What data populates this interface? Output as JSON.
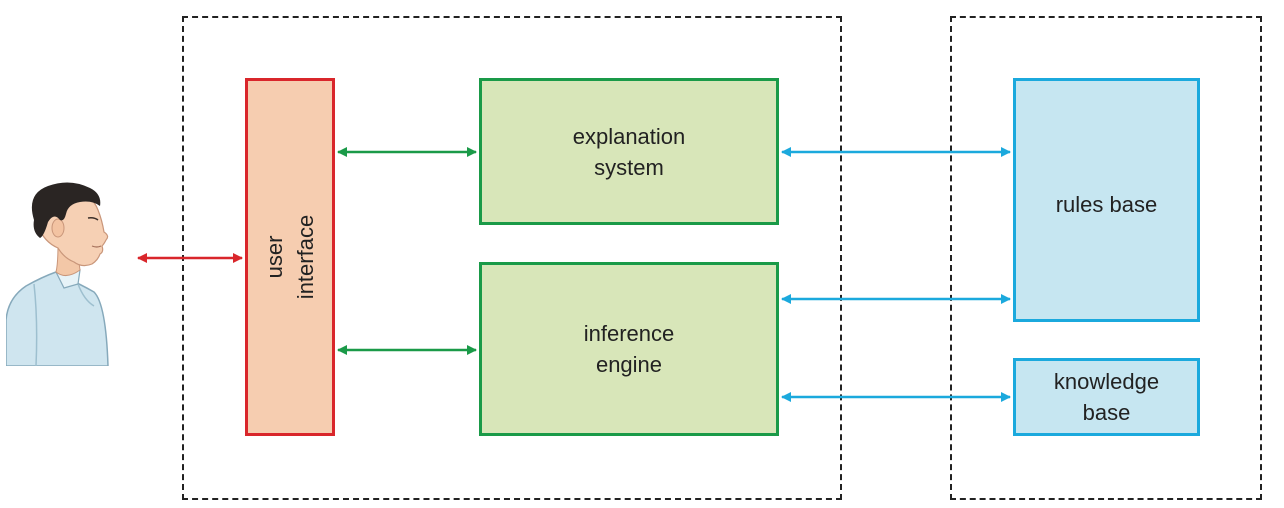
{
  "diagram": {
    "nodes": {
      "user_interface": "user interface",
      "explanation_system": "explanation\nsystem",
      "inference_engine": "inference\nengine",
      "rules_base": "rules base",
      "knowledge_base": "knowledge\nbase"
    },
    "colors": {
      "red": "#d9262b",
      "green": "#1a9a48",
      "blue": "#1ba9dd"
    },
    "icons": {
      "user": "person-icon"
    }
  }
}
